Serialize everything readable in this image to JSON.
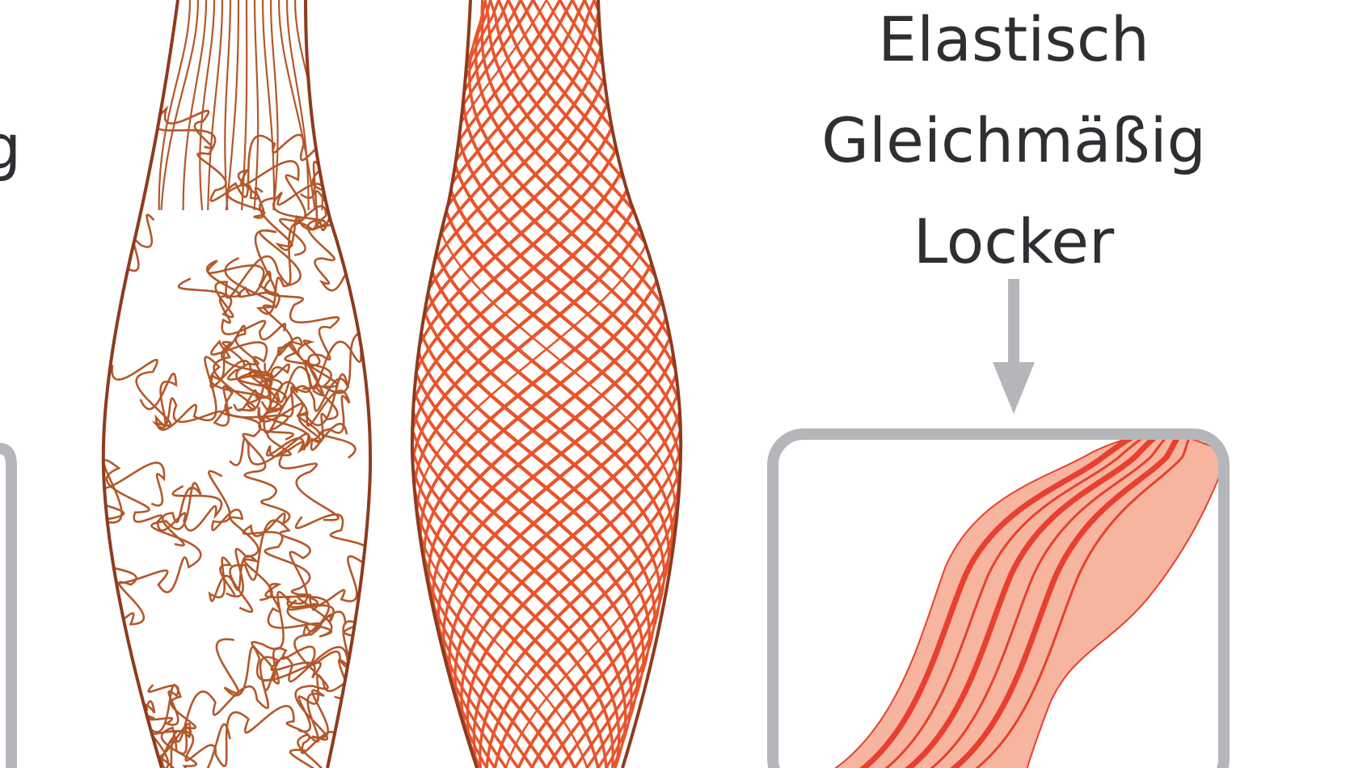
{
  "labels": [
    "Elastisch",
    "Gleichmäßig",
    "Locker"
  ],
  "partial_left_label": "g",
  "colors": {
    "tangled_fibers": "#b3582a",
    "mesh_fibers": "#e8552c",
    "spindle_outline": "#8e3b1f",
    "arrow_and_frame": "#b5b6ba",
    "strand_fill": "#f7b49e",
    "strand_lines": "#e8402f",
    "text": "#2f2f33"
  },
  "icons": {
    "arrow": "down-arrow-icon"
  }
}
